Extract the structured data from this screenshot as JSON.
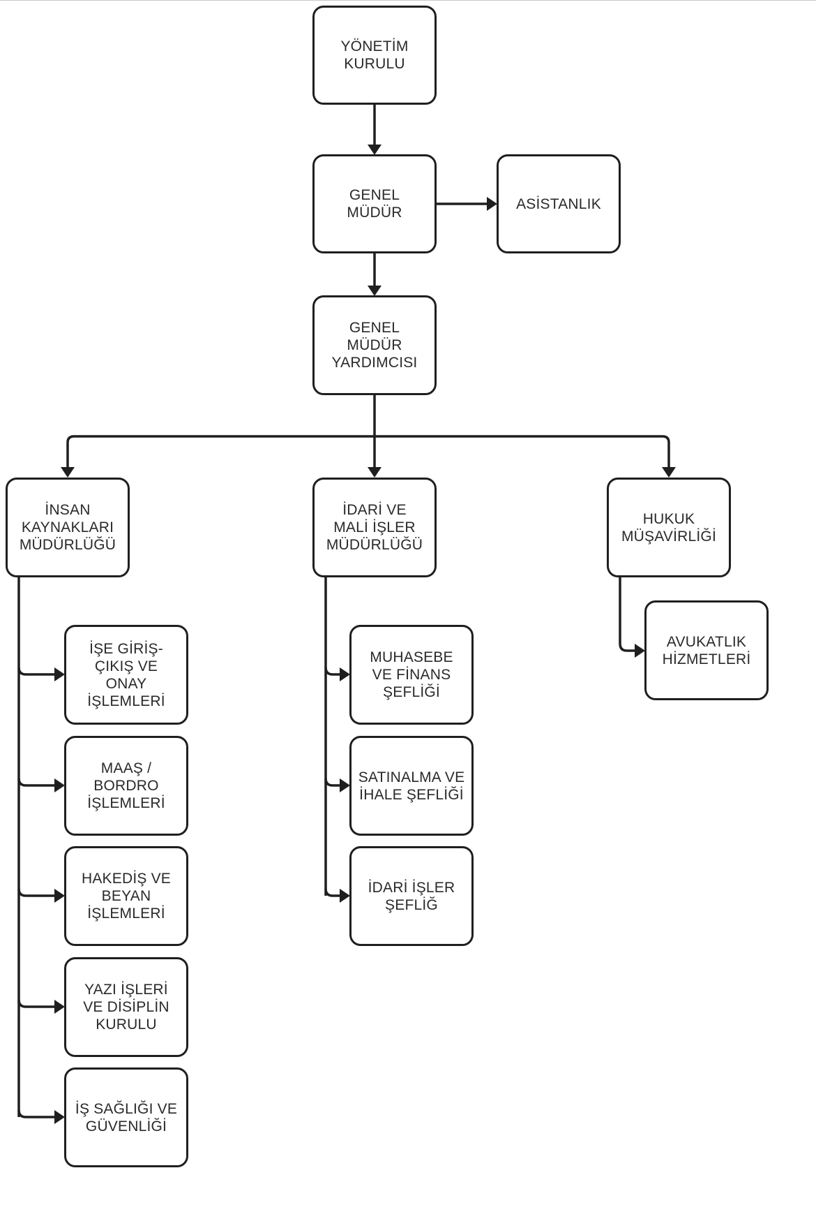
{
  "nodes": {
    "yonetim_kurulu": "YÖNETİM\nKURULU",
    "genel_mudur": "GENEL\nMÜDÜR",
    "asistanlik": "ASİSTANLIK",
    "genel_mudur_yardimcisi": "GENEL\nMÜDÜR\nYARDIMCISI",
    "insan_kaynaklari": "İNSAN\nKAYNAKLARI\nMÜDÜRLÜĞÜ",
    "idari_mali": "İDARİ VE\nMALİ İŞLER\nMÜDÜRLÜĞÜ",
    "hukuk": "HUKUK\nMÜŞAVİRLİĞİ",
    "ise_giris": "İŞE GİRİŞ-\nÇIKIŞ VE\nONAY\nİŞLEMLERİ",
    "maas_bordro": "MAAŞ /\nBORDRO\nİŞLEMLERİ",
    "hakedis": "HAKEDİŞ VE\nBEYAN\nİŞLEMLERİ",
    "yazi_isleri": "YAZI İŞLERİ\nVE DİSİPLİN\nKURULU",
    "is_sagligi": "İŞ SAĞLIĞI VE\nGÜVENLİĞİ",
    "muhasebe": "MUHASEBE\nVE FİNANS\nŞEFLİĞİ",
    "satinalma": "SATINALMA VE\nİHALE ŞEFLİĞİ",
    "idari_isler": "İDARİ İŞLER\nŞEFLİĞ",
    "avukatlik": "AVUKATLIK\nHİZMETLERİ"
  },
  "colors": {
    "stroke": "#1f1f1f",
    "text": "#2a2a2a",
    "background": "#ffffff"
  }
}
